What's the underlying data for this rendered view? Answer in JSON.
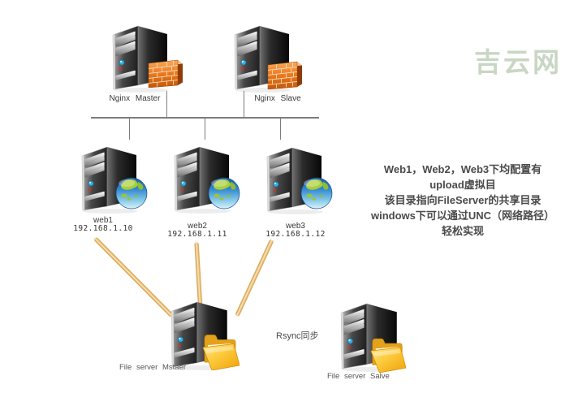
{
  "watermark": {
    "text": "吉云网"
  },
  "nodes": {
    "nginx_master": {
      "label": "Nginx Master"
    },
    "nginx_slave": {
      "label": "Nginx Slave"
    },
    "web1": {
      "label": "web1",
      "ip": "192.168.1.10"
    },
    "web2": {
      "label": "web2",
      "ip": "192.168.1.11"
    },
    "web3": {
      "label": "web3",
      "ip": "192.168.1.12"
    },
    "file_master": {
      "label": "File server Mstaer"
    },
    "file_slave": {
      "label": "File server Salve"
    }
  },
  "annotations": {
    "rsync": "Rsync同步",
    "note_lines": [
      "Web1，Web2，Web3下均配置有",
      "upload虚拟目",
      "该目录指向FileServer的共享目录",
      "windows下可以通过UNC（网络路径）",
      "轻松实现"
    ]
  },
  "icons": [
    "server-tower-icon",
    "firewall-icon",
    "globe-icon",
    "folder-icon"
  ],
  "colors": {
    "connector_line": "#7d7d7d",
    "sync_arrow": "#e8b55f",
    "watermark": "#c9d6c4",
    "note_text": "#4a4a4a",
    "firewall_brick": "#ed7d22",
    "folder_gold": "#fccb3e",
    "globe_ocean": "#2f86cf"
  }
}
